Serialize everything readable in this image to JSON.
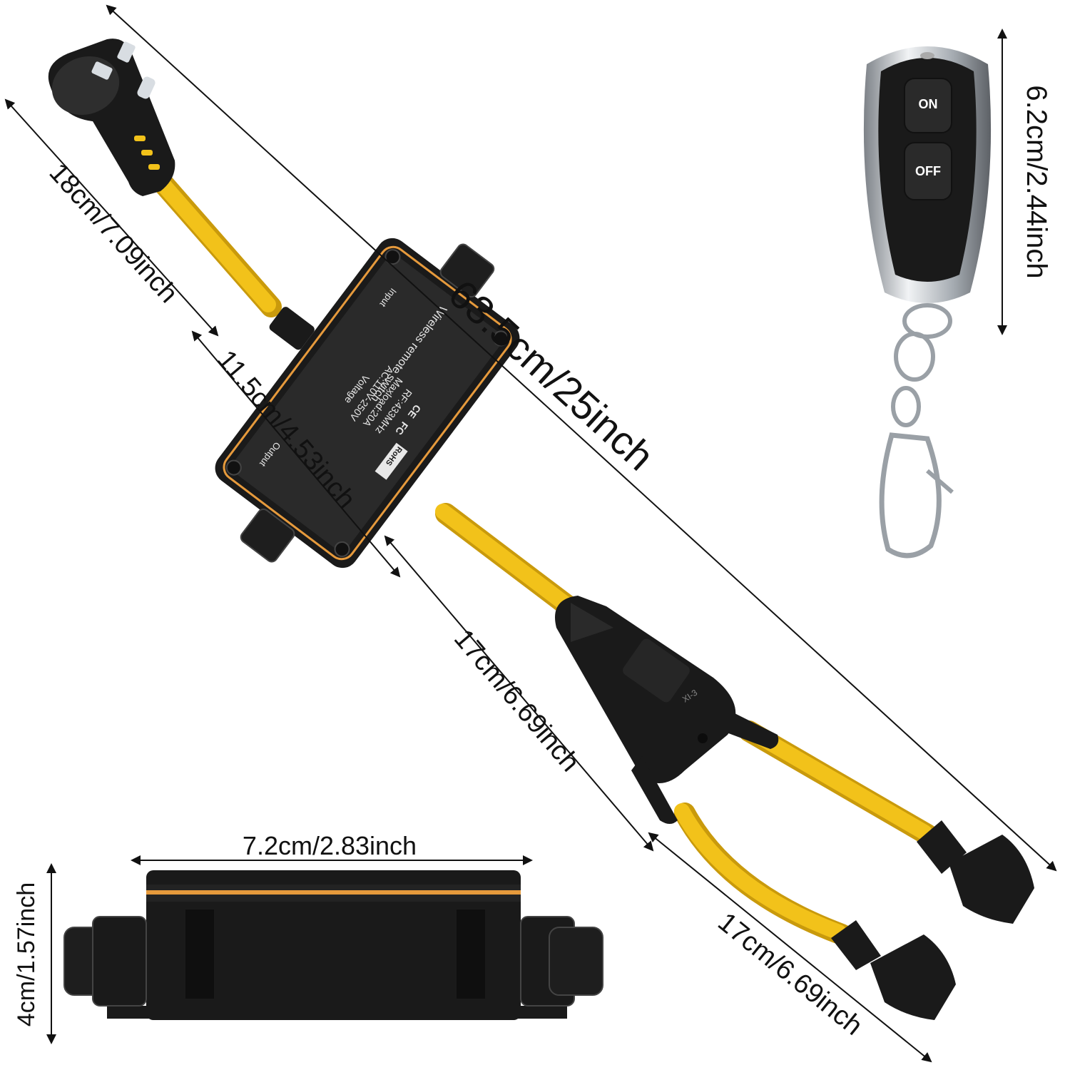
{
  "colors": {
    "cable": "#f2c21a",
    "cable_shadow": "#c99a0c",
    "body": "#1a1a1a",
    "body_light": "#2e2e2e",
    "gasket": "#e69a3c",
    "chrome": "#c9ced3",
    "line": "#111111"
  },
  "dimensions": {
    "total_length": "63.5cm/25inch",
    "plug_cable": "18cm/7.09inch",
    "switch_box": "11.5cm/4.53inch",
    "y_segment": "17cm/6.69inch",
    "branch": "17cm/6.69inch",
    "remote_height": "6.2cm/2.44inch",
    "box_width": "7.2cm/2.83inch",
    "box_height": "4cm/1.57inch"
  },
  "switch_box": {
    "title": "Wireless remote switch",
    "voltage_label": "Voltage",
    "voltage": "AC:110V-250V",
    "maxload": "Maxload:20A",
    "rf": "RF:433MHz",
    "input_label": "Input",
    "output_label": "Output",
    "certifications": [
      "CE",
      "FC",
      "RoHS"
    ]
  },
  "splitter": {
    "label": "XI-3"
  },
  "remote": {
    "on_label": "ON",
    "off_label": "OFF"
  }
}
